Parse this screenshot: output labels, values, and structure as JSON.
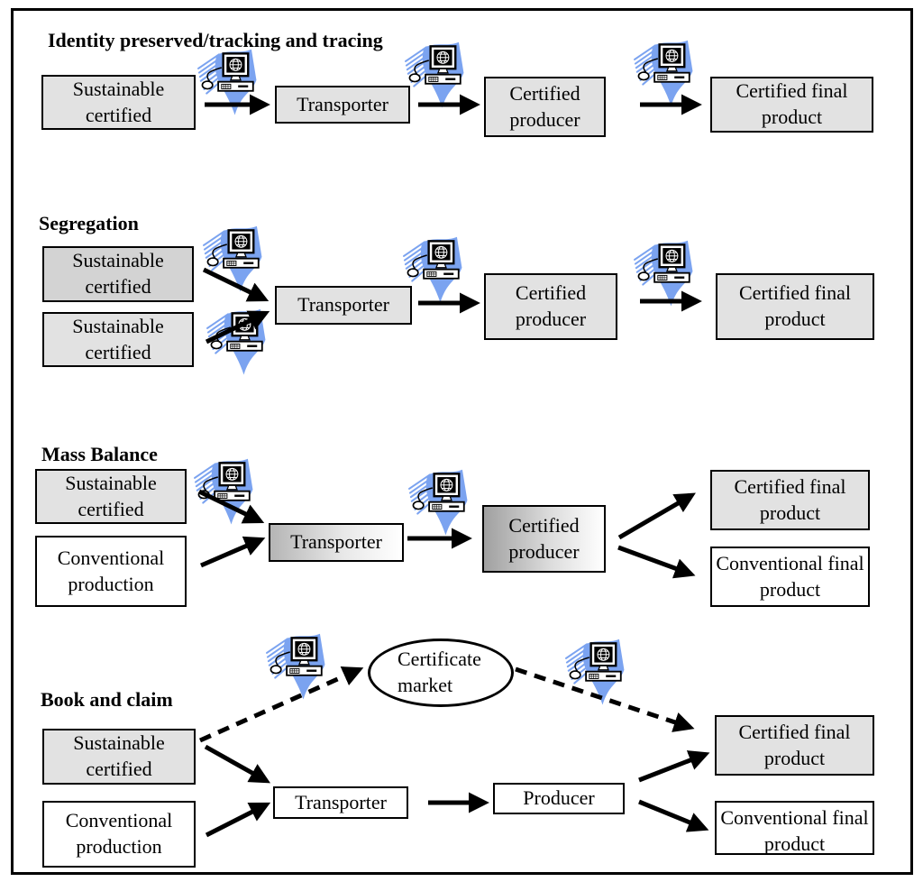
{
  "colors": {
    "box_fill_gray": "#e2e2e2",
    "box_fill_gray_dark": "#d3d3d3",
    "box_fill_white": "#ffffff",
    "gradient_left_gray": "#a0a0a0",
    "border_black": "#000000",
    "icon_flag_blue": "#7ba3f0"
  },
  "diagram": {
    "identity": {
      "title": "Identity preserved/tracking and tracing",
      "source": "Sustainable certified",
      "transporter": "Transporter",
      "producer": "Certified producer",
      "final_product": "Certified final product"
    },
    "segregation": {
      "title": "Segregation",
      "source_1": "Sustainable certified",
      "source_2": "Sustainable certified",
      "transporter": "Transporter",
      "producer": "Certified producer",
      "final_product": "Certified final product"
    },
    "mass_balance": {
      "title": "Mass Balance",
      "source_1": "Sustainable certified",
      "source_2": "Conventional production",
      "transporter": "Transporter",
      "producer": "Certified producer",
      "final_product_1": "Certified final product",
      "final_product_2": "Conventional final product"
    },
    "book_claim": {
      "title": "Book and claim",
      "certificate_market": "Certificate market",
      "source_1": "Sustainable certified",
      "source_2": "Conventional production",
      "transporter": "Transporter",
      "producer": "Producer",
      "final_product_1": "Certified final product",
      "final_product_2": "Conventional final product"
    }
  },
  "icons": {
    "certificate_computer": "certificate-computer"
  }
}
